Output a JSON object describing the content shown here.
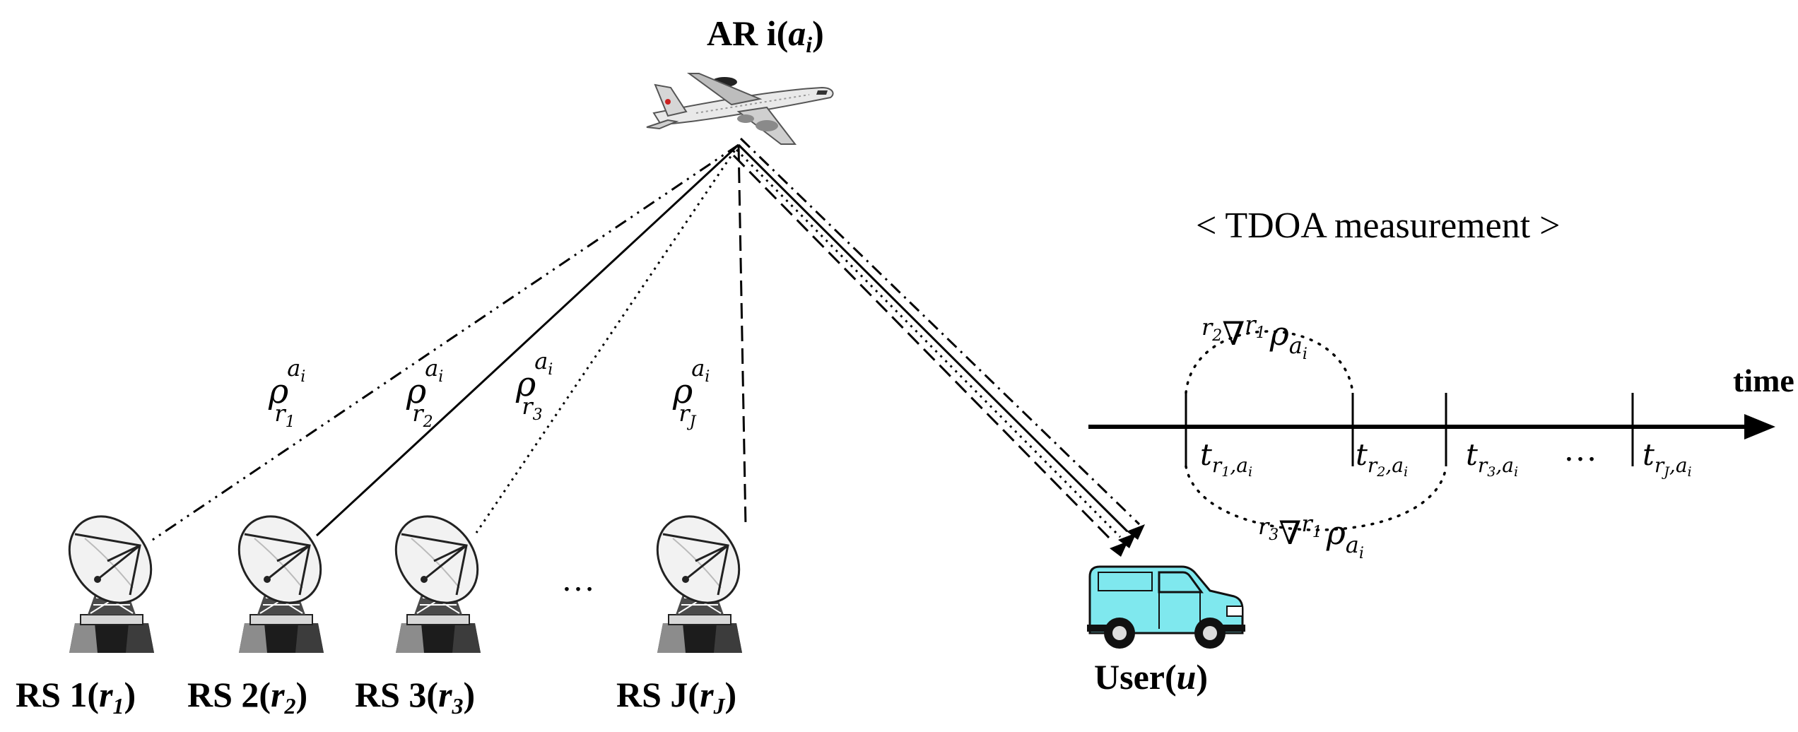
{
  "aircraft": {
    "label_main": "AR i(",
    "label_var": "a",
    "label_sub": "i",
    "label_close": ")"
  },
  "stations": [
    {
      "label_main": "RS 1(",
      "label_var": "r",
      "label_sub": "1",
      "label_close": ")"
    },
    {
      "label_main": "RS 2(",
      "label_var": "r",
      "label_sub": "2",
      "label_close": ")"
    },
    {
      "label_main": "RS 3(",
      "label_var": "r",
      "label_sub": "3",
      "label_close": ")"
    },
    {
      "label_main": "RS J(",
      "label_var": "r",
      "label_sub": "J",
      "label_close": ")"
    }
  ],
  "station_gap_ellipsis": "…",
  "user": {
    "label_main": "User(",
    "label_var": "u",
    "label_close": ")"
  },
  "links": [
    {
      "rho": "ρ",
      "sup_var": "a",
      "sup_sub": "i",
      "sub_var": "r",
      "sub_sub": "1",
      "style": "dash-dot-dot"
    },
    {
      "rho": "ρ",
      "sup_var": "a",
      "sup_sub": "i",
      "sub_var": "r",
      "sub_sub": "2",
      "style": "solid"
    },
    {
      "rho": "ρ",
      "sup_var": "a",
      "sup_sub": "i",
      "sub_var": "r",
      "sub_sub": "3",
      "style": "dotted"
    },
    {
      "rho": "ρ",
      "sup_var": "a",
      "sup_sub": "i",
      "sub_var": "r",
      "sub_sub": "J",
      "style": "dashed"
    }
  ],
  "tdoa": {
    "title": "< TDOA measurement >",
    "axis_label": "time",
    "ticks": [
      {
        "t": "t",
        "sub_var": "r",
        "sub_sub": "1",
        "sep": ",",
        "sub_a": "a",
        "sub_a_sub": "i"
      },
      {
        "t": "t",
        "sub_var": "r",
        "sub_sub": "2",
        "sep": ",",
        "sub_a": "a",
        "sub_a_sub": "i"
      },
      {
        "t": "t",
        "sub_var": "r",
        "sub_sub": "3",
        "sep": ",",
        "sub_a": "a",
        "sub_a_sub": "i"
      },
      {
        "t": "t",
        "sub_var": "r",
        "sub_sub": "J",
        "sep": ",",
        "sub_a": "a",
        "sub_a_sub": "i"
      }
    ],
    "tick_ellipsis": "…",
    "upper_diff": {
      "pre_var": "r",
      "pre_sub": "2",
      "nabla": "∇",
      "sup_var": "r",
      "sup_sub": "1",
      "rho": "ρ",
      "sub_var": "a",
      "sub_sub": "i"
    },
    "lower_diff": {
      "pre_var": "r",
      "pre_sub": "3",
      "nabla": "∇",
      "sup_var": "r",
      "sup_sub": "1",
      "rho": "ρ",
      "sub_var": "a",
      "sub_sub": "i"
    }
  },
  "colors": {
    "ink": "#000000",
    "van_body": "#7fe8ee",
    "dish": "#f2f2f2",
    "plane_body": "#e9e9e9"
  }
}
